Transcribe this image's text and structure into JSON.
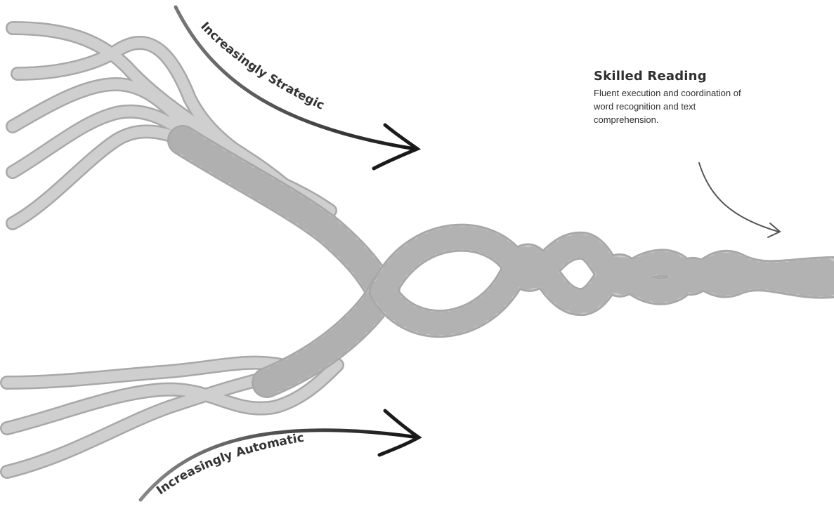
{
  "arrows": {
    "top_label": "Increasingly Strategic",
    "bottom_label": "Increasingly Automatic"
  },
  "skilled_reading": {
    "title": "Skilled Reading",
    "description": "Fluent execution and coordination of word recognition and text comprehension."
  },
  "colors": {
    "rope_fill": "#c9c9c9",
    "rope_edge": "#a8a8a8",
    "arrow_stroke": "#1a1a1a",
    "text": "#2f2f2f"
  }
}
